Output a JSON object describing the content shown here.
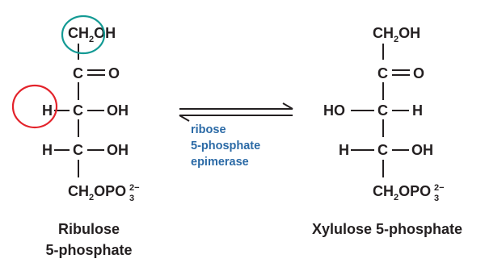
{
  "colors": {
    "text": "#231f20",
    "enzyme": "#2b6aa6",
    "circle_teal": "#139a94",
    "circle_red": "#e3232b"
  },
  "left": {
    "ch2oh_ch": "CH",
    "ch2oh_sub": "2",
    "ch2oh_oh": "OH",
    "c1": "C",
    "o1": "O",
    "h2": "H",
    "c2": "C",
    "oh2": "OH",
    "h3": "H",
    "c3": "C",
    "oh3": "OH",
    "bottom_ch": "CH",
    "bottom_sub1": "2",
    "bottom_opo": "OPO",
    "bottom_sup": "2−",
    "bottom_sub2": "3",
    "name_line1": "Ribulose",
    "name_line2": "5-phosphate"
  },
  "right": {
    "ch2oh_ch": "CH",
    "ch2oh_sub": "2",
    "ch2oh_oh": "OH",
    "c1": "C",
    "o1": "O",
    "ho2": "HO",
    "c2": "C",
    "h2": "H",
    "h3": "H",
    "c3": "C",
    "oh3": "OH",
    "bottom_ch": "CH",
    "bottom_sub1": "2",
    "bottom_opo": "OPO",
    "bottom_sup": "2−",
    "bottom_sub2": "3",
    "name": "Xylulose 5-phosphate"
  },
  "enzyme": {
    "line1": "ribose",
    "line2": "5-phosphate",
    "line3": "epimerase"
  },
  "highlights": [
    {
      "target": "ribulose-c1-ch2oh",
      "color": "teal"
    },
    {
      "target": "ribulose-c3-h",
      "color": "red"
    }
  ]
}
